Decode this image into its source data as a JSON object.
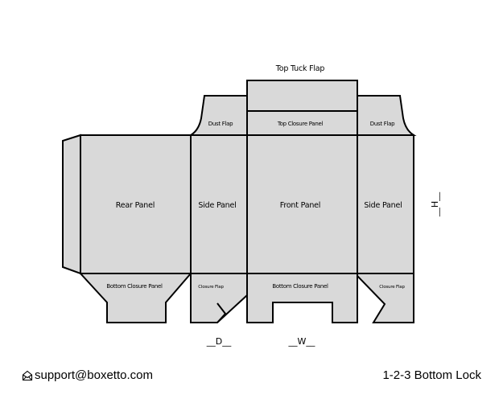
{
  "diagram": {
    "labels": {
      "top_tuck_flap": "Top Tuck Flap",
      "dust_flap_left": "Dust Flap",
      "dust_flap_right": "Dust Flap",
      "top_closure_panel": "Top Closure Panel",
      "rear_panel": "Rear Panel",
      "side_panel_left": "Side Panel",
      "front_panel": "Front Panel",
      "side_panel_right": "Side Panel",
      "bottom_closure_panel_left": "Bottom Closure Panel",
      "closure_flap_left": "Closure Flap",
      "bottom_closure_panel_center": "Bottom Closure Panel",
      "closure_flap_right": "Closure Flap"
    },
    "dimensions": {
      "depth": "__D__",
      "width": "__W__",
      "height": "__H__"
    }
  },
  "footer": {
    "email": "support@boxetto.com",
    "email_icon": "envelope-icon",
    "style_name": "1-2-3 Bottom Lock"
  }
}
